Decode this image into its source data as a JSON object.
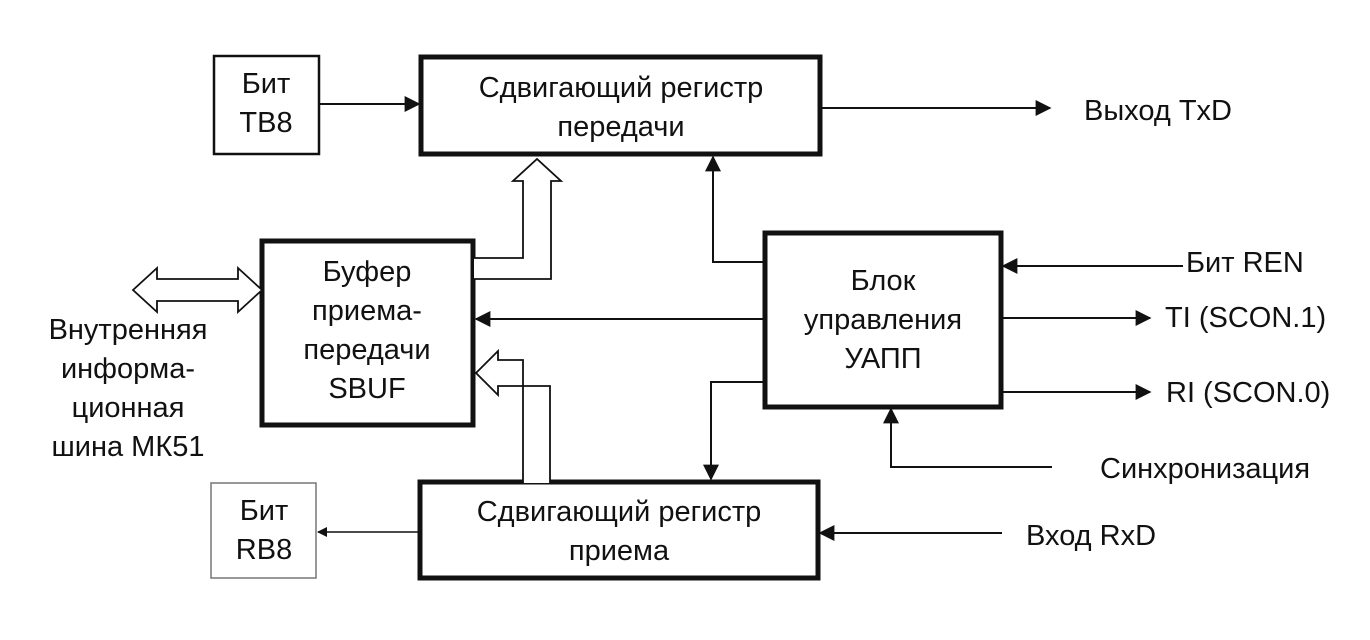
{
  "blocks": {
    "tb8": {
      "line1": "Бит",
      "line2": "TB8"
    },
    "tx_register": {
      "line1": "Сдвигающий регистр",
      "line2": "передачи"
    },
    "sbuf": {
      "line1": "Буфер",
      "line2": "приема-",
      "line3": "передачи",
      "line4": "SBUF"
    },
    "control": {
      "line1": "Блок",
      "line2": "управления",
      "line3": "УАПП"
    },
    "rx_register": {
      "line1": "Сдвигающий регистр",
      "line2": "приема"
    },
    "rb8": {
      "line1": "Бит",
      "line2": "RB8"
    }
  },
  "signals": {
    "txd_out": "Выход TxD",
    "ren_bit": "Бит REN",
    "ti": "TI (SCON.1)",
    "ri": "RI (SCON.0)",
    "sync": "Синхронизация",
    "rxd_in": "Вход RxD"
  },
  "bus": {
    "line1": "Внутренняя",
    "line2": "информа-",
    "line3": "ционная",
    "line4": "шина МК51"
  }
}
